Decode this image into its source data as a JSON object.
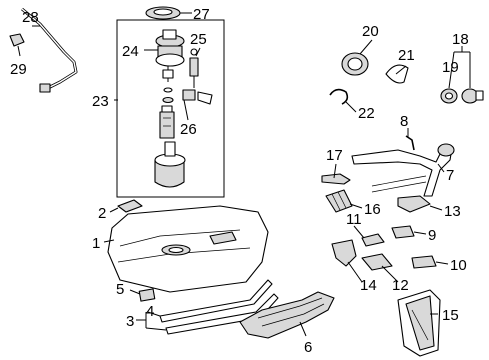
{
  "callouts": {
    "c1": "1",
    "c2": "2",
    "c3": "3",
    "c4": "4",
    "c5": "5",
    "c6": "6",
    "c7": "7",
    "c8": "8",
    "c9": "9",
    "c10": "10",
    "c11": "11",
    "c12": "12",
    "c13": "13",
    "c14": "14",
    "c15": "15",
    "c16": "16",
    "c17": "17",
    "c18": "18",
    "c19": "19",
    "c20": "20",
    "c21": "21",
    "c22": "22",
    "c23": "23",
    "c24": "24",
    "c25": "25",
    "c26": "26",
    "c27": "27",
    "c28": "28",
    "c29": "29"
  },
  "colors": {
    "line": "#000000",
    "shade": "#d9d9d9",
    "dark": "#5a5a5a",
    "background": "#ffffff"
  }
}
